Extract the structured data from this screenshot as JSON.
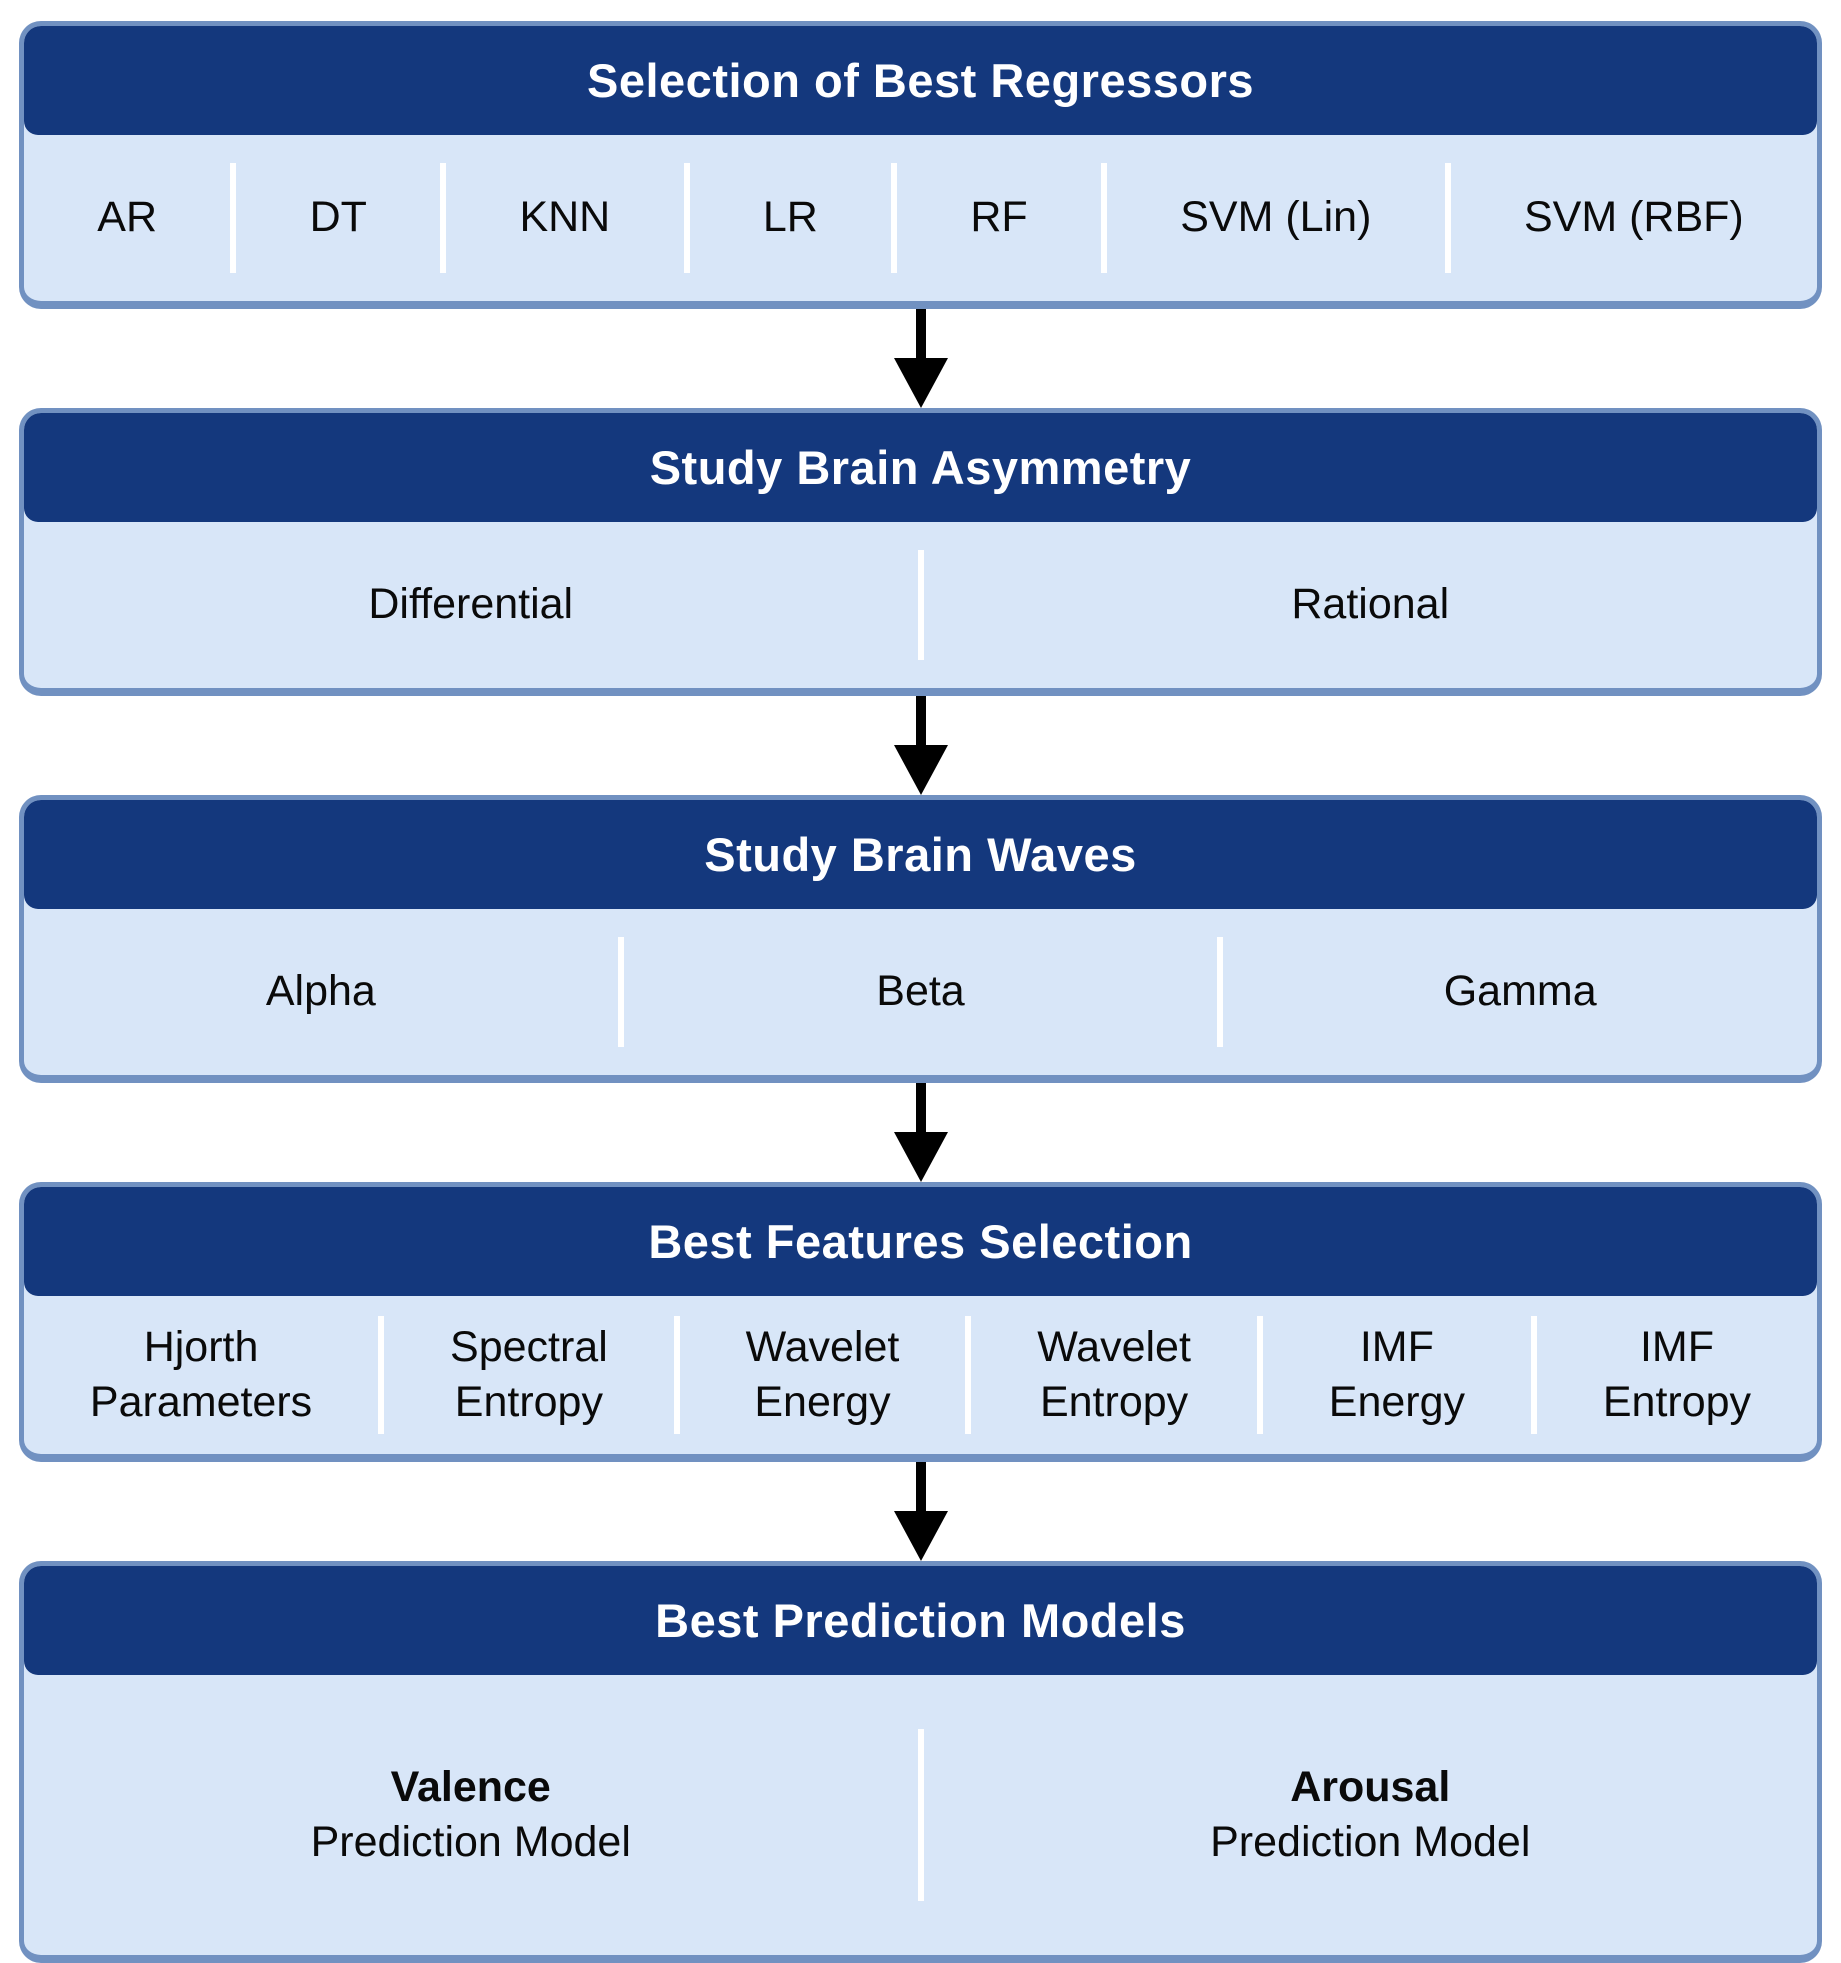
{
  "diagram": {
    "colors": {
      "header_bg": "#14387d",
      "body_bg": "#d8e6f8",
      "border": "#7191c1",
      "divider": "#ffffff",
      "arrow": "#000000",
      "header_text": "#ffffff",
      "body_text": "#0a0a0a"
    },
    "boxes": [
      {
        "id": "selection-of-best-regressors",
        "title": "Selection of Best Regressors",
        "items": [
          [
            "AR"
          ],
          [
            "DT"
          ],
          [
            "KNN"
          ],
          [
            "LR"
          ],
          [
            "RF"
          ],
          [
            "SVM (Lin)"
          ],
          [
            "SVM (RBF)"
          ]
        ]
      },
      {
        "id": "study-brain-asymmetry",
        "title": "Study Brain Asymmetry",
        "items": [
          [
            "Differential"
          ],
          [
            "Rational"
          ]
        ]
      },
      {
        "id": "study-brain-waves",
        "title": "Study Brain Waves",
        "items": [
          [
            "Alpha"
          ],
          [
            "Beta"
          ],
          [
            "Gamma"
          ]
        ]
      },
      {
        "id": "best-features-selection",
        "title": "Best Features Selection",
        "items": [
          [
            "Hjorth",
            "Parameters"
          ],
          [
            "Spectral",
            "Entropy"
          ],
          [
            "Wavelet",
            "Energy"
          ],
          [
            "Wavelet",
            "Entropy"
          ],
          [
            "IMF",
            "Energy"
          ],
          [
            "IMF",
            "Entropy"
          ]
        ]
      },
      {
        "id": "best-prediction-models",
        "title": "Best Prediction Models",
        "bold_first_line": true,
        "items": [
          [
            "Valence",
            "Prediction Model"
          ],
          [
            "Arousal",
            "Prediction Model"
          ]
        ]
      }
    ]
  }
}
